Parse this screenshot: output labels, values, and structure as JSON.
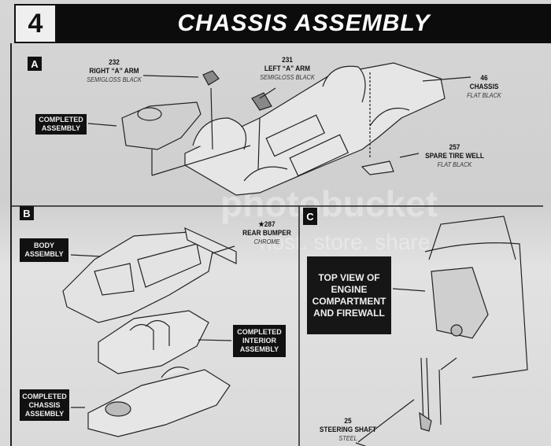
{
  "header": {
    "step_number": "4",
    "title": "CHASSIS ASSEMBLY"
  },
  "sections": {
    "a": {
      "label": "A",
      "right_a_arm": {
        "part": "232",
        "name": "RIGHT “A” ARM",
        "finish": "SEMIGLOSS BLACK"
      },
      "left_a_arm": {
        "part": "231",
        "name": "LEFT “A” ARM",
        "finish": "SEMIGLOSS BLACK"
      },
      "chassis": {
        "part": "46",
        "name": "CHASSIS",
        "finish": "FLAT BLACK"
      },
      "spare_tire_well": {
        "part": "257",
        "name": "SPARE TIRE WELL",
        "finish": "FLAT BLACK"
      },
      "completed_assembly": "COMPLETED ASSEMBLY"
    },
    "b": {
      "label": "B",
      "body_assembly": "BODY ASSEMBLY",
      "rear_bumper": {
        "part": "★287",
        "name": "REAR BUMPER",
        "finish": "CHROME"
      },
      "completed_interior": "COMPLETED INTERIOR ASSEMBLY",
      "completed_chassis": "COMPLETED CHASSIS ASSEMBLY"
    },
    "c": {
      "label": "C",
      "top_view": "TOP VIEW OF ENGINE COMPARTMENT AND FIREWALL",
      "steering_shaft": {
        "part": "25",
        "name": "STEERING SHAFT",
        "finish": "STEEL"
      }
    }
  },
  "watermark": {
    "line1": "photobucket",
    "line2": "host. store. share."
  }
}
